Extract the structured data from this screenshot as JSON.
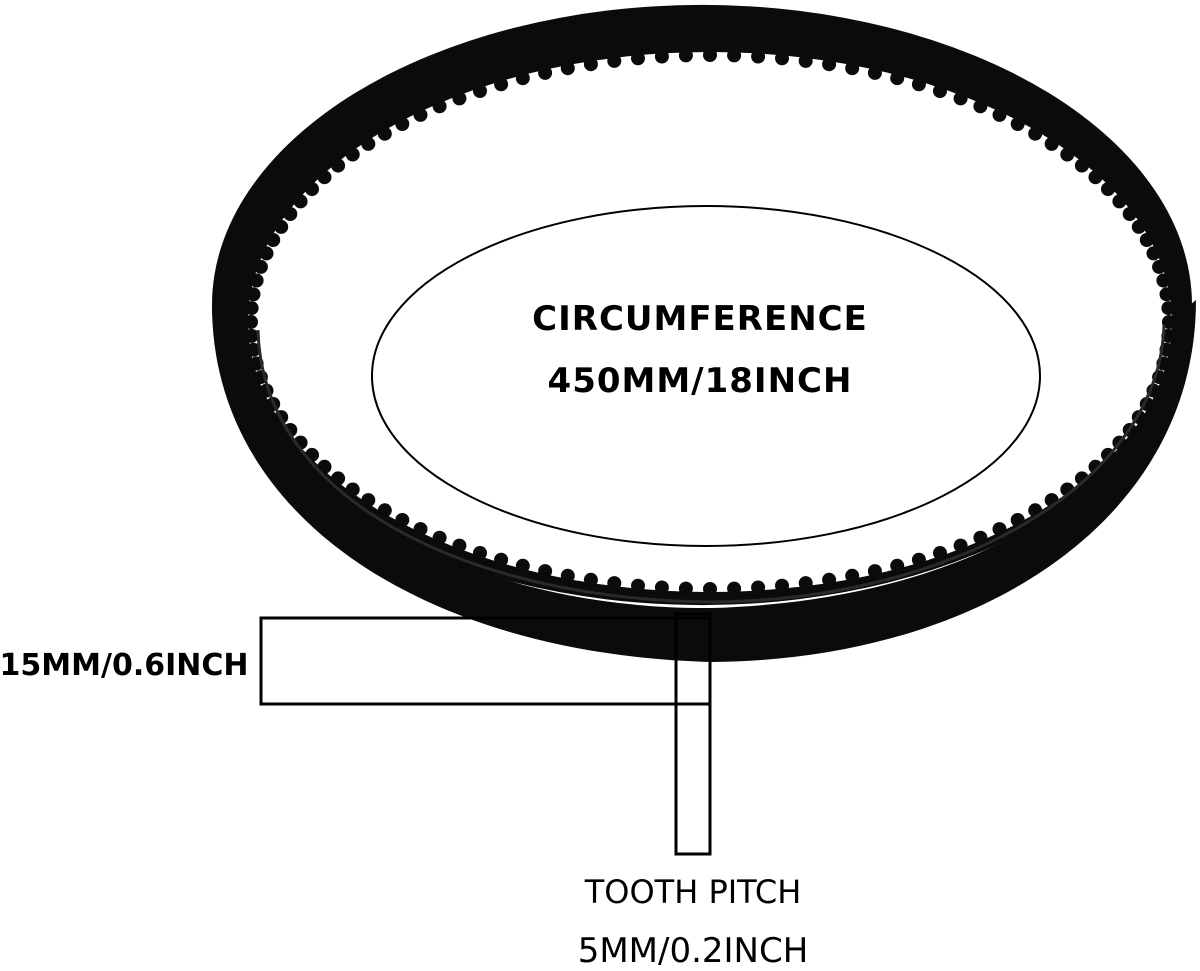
{
  "labels": {
    "circumference_title": "CIRCUMFERENCE",
    "circumference_value": "450MM/18INCH",
    "width_value": "15MM/0.6INCH",
    "pitch_title": "TOOTH PITCH",
    "pitch_value": "5MM/0.2INCH"
  },
  "colors": {
    "belt": "#0b0b0b",
    "belt_highlight": "#2a2a2a",
    "outline": "#000000",
    "background": "#ffffff"
  }
}
